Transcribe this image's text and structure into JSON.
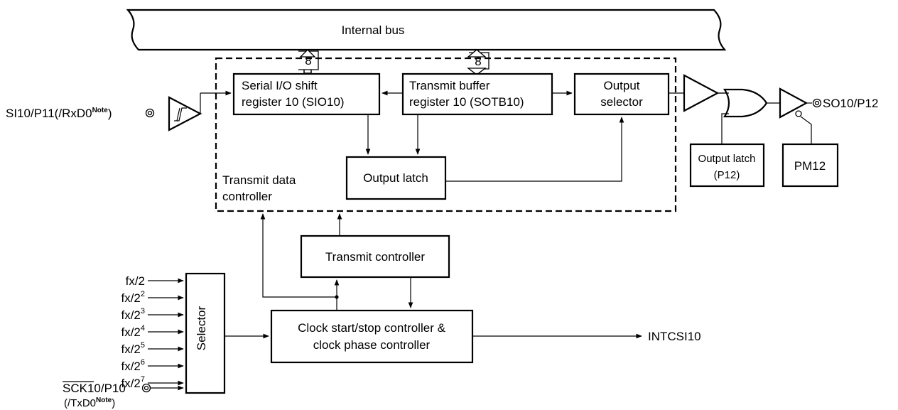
{
  "bus": {
    "label": "Internal bus",
    "width_left": "8",
    "width_right": "8"
  },
  "blocks": {
    "sio10": [
      "Serial I/O shift",
      "register 10 (SIO10)"
    ],
    "sotb10": [
      "Transmit buffer",
      "register 10 (SOTB10)"
    ],
    "output_selector": [
      "Output",
      "selector"
    ],
    "output_latch_inner": "Output latch",
    "transmit_data_controller": [
      "Transmit data",
      "controller"
    ],
    "output_latch_p12": [
      "Output latch",
      "(P12)"
    ],
    "pm12": "PM12",
    "transmit_controller": "Transmit controller",
    "selector": "Selector",
    "clock_controller": [
      "Clock start/stop controller &",
      "clock phase controller"
    ]
  },
  "pins": {
    "si_main": "SI10/P11(/RxD0",
    "si_note": "Note",
    "si_close": ")",
    "so": "SO10/P12",
    "sck": "SCK10/P10",
    "txd_open": "(/TxD0",
    "txd_note": "Note",
    "txd_close": ")",
    "intcsi": "INTCSI10"
  },
  "clock_inputs": [
    {
      "base": "fx/2",
      "exp": ""
    },
    {
      "base": "fx/2",
      "exp": "2"
    },
    {
      "base": "fx/2",
      "exp": "3"
    },
    {
      "base": "fx/2",
      "exp": "4"
    },
    {
      "base": "fx/2",
      "exp": "5"
    },
    {
      "base": "fx/2",
      "exp": "6"
    },
    {
      "base": "fx/2",
      "exp": "7"
    }
  ]
}
